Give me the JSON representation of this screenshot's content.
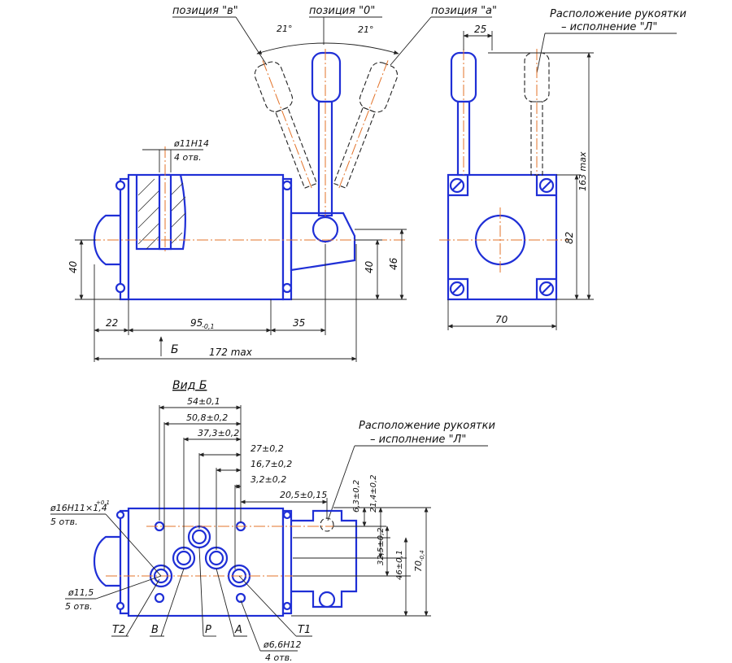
{
  "views": {
    "front": {
      "labels": {
        "pos_b": "позиция \"в\"",
        "pos_0": "позиция \"0\"",
        "pos_a": "позиция \"а\"",
        "angle_left": "21°",
        "angle_right": "21°",
        "hole_dia": "ø11Н14",
        "hole_count": "4 отв."
      },
      "dims": {
        "h40_left": "40",
        "h40_right": "40",
        "h46": "46",
        "w22": "22",
        "w95": "95",
        "w95_tol": "-0,1",
        "w35": "35",
        "w172": "172 max",
        "arrow_b": "Б"
      }
    },
    "side": {
      "labels": {
        "handle_title": "Расположение рукоятки",
        "handle_sub": "– исполнение \"Л\""
      },
      "dims": {
        "d25": "25",
        "d163": "163 max",
        "d82": "82",
        "d70": "70"
      }
    },
    "bottom": {
      "title": "Вид Б",
      "labels": {
        "handle_title": "Расположение рукоятки",
        "handle_sub": "– исполнение \"Л\"",
        "port_dia": "ø16Н11×1,4",
        "port_dia_sup": "+0,1",
        "port_count": "5 отв.",
        "bore_dia": "ø11,5",
        "bore_count": "5 отв.",
        "pin_dia": "ø6,6Н12",
        "pin_count": "4 отв.",
        "port_t2": "T2",
        "port_b": "B",
        "port_p": "P",
        "port_a": "A",
        "port_t1": "T1"
      },
      "dims": {
        "d54": "54±0,1",
        "d50_8": "50,8±0,2",
        "d37_3": "37,3±0,2",
        "d27": "27±0,2",
        "d16_7": "16,7±0,2",
        "d3_2": "3,2±0,2",
        "d20_5": "20,5±0,15",
        "d6_3": "6,3±0,2",
        "d21_4": "21,4±0,2",
        "d32_5": "32,5±0,2",
        "d46": "46±0,1",
        "d70": "70",
        "d70_tol": "-0,4"
      }
    }
  }
}
